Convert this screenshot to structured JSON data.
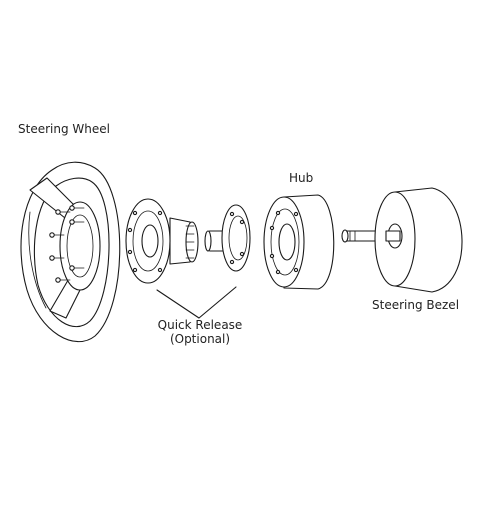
{
  "labels": {
    "steering_wheel": "Steering Wheel",
    "hub": "Hub",
    "quick_release_line1": "Quick Release",
    "quick_release_line2": "(Optional)",
    "steering_bezel": "Steering Bezel"
  }
}
